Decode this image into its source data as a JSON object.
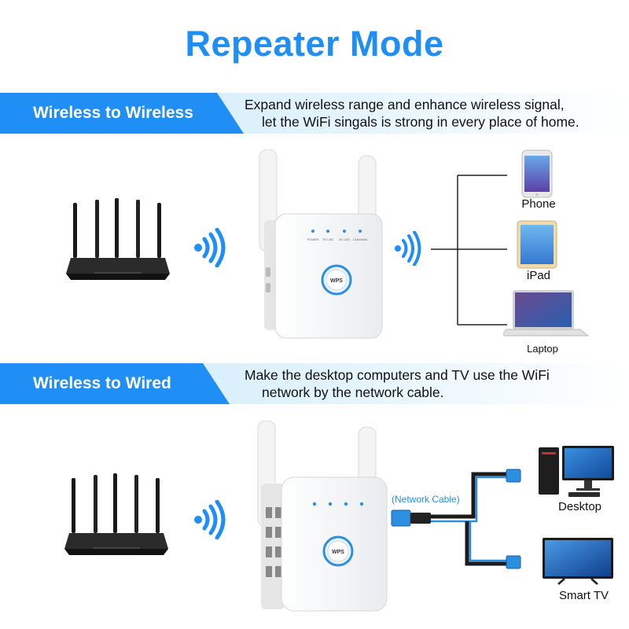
{
  "title": "Repeater Mode",
  "sections": [
    {
      "label": "Wireless to Wireless",
      "desc_line1": "Expand wireless range and enhance wireless signal,",
      "desc_line2": "let the WiFi singals is strong in every place of home."
    },
    {
      "label": "Wireless to Wired",
      "desc_line1": "Make the desktop computers and TV use the WiFi",
      "desc_line2": "network by the network cable."
    }
  ],
  "repeater": {
    "leds": [
      "POWER",
      "TO LED",
      "2G LED",
      "LAN/WAN"
    ],
    "wps": "WPS"
  },
  "devices_wireless": [
    "Phone",
    "iPad",
    "Laptop"
  ],
  "devices_wired": [
    "Desktop",
    "Smart TV"
  ],
  "cable_label": "(Network Cable)",
  "colors": {
    "accent": "#1f8ef5",
    "band_light": "#d6eefc",
    "cable_blue": "#2d8fe0"
  }
}
